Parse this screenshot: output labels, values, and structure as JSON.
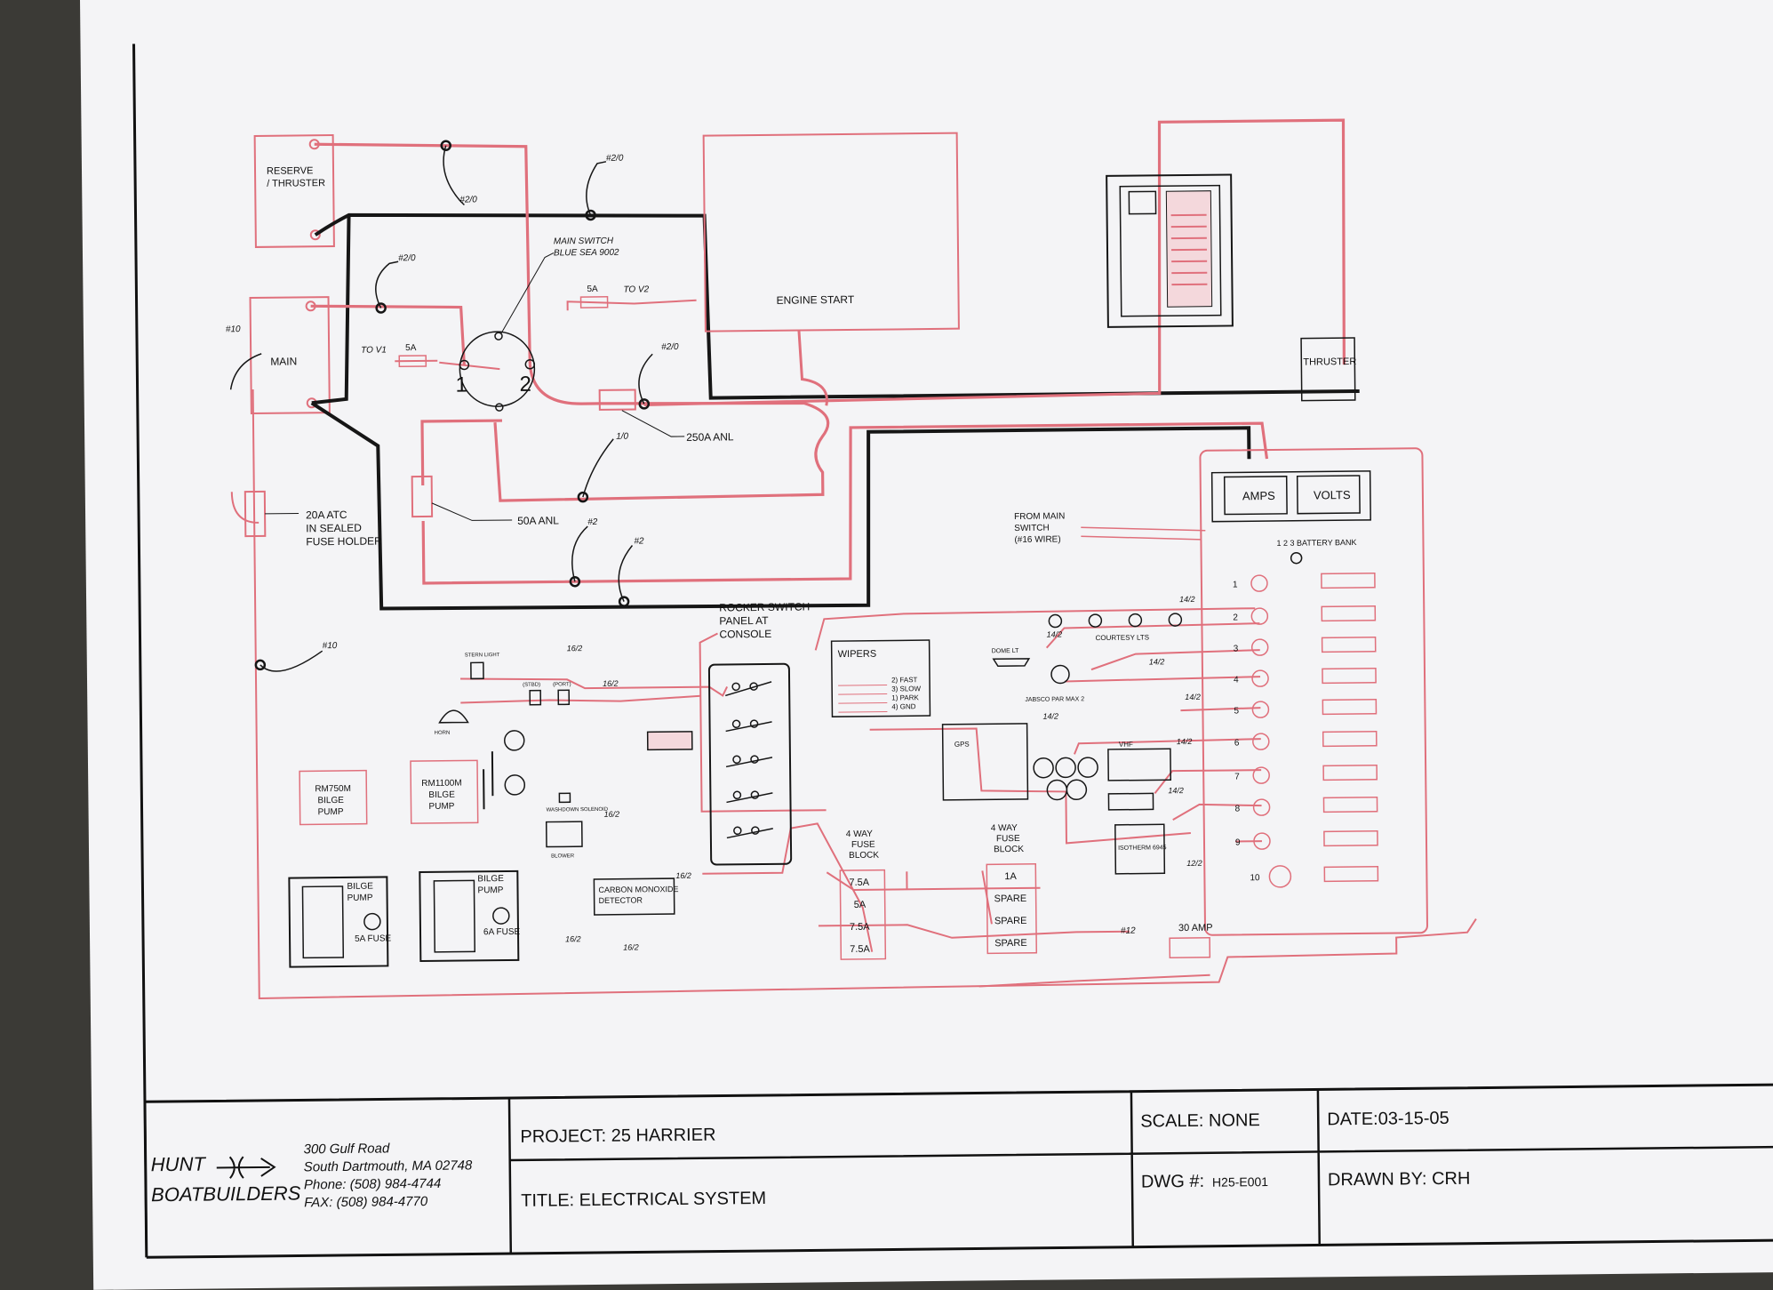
{
  "labels": {
    "reserve": [
      "RESERVE",
      "/ THRUSTER"
    ],
    "main": "MAIN",
    "engine_start": "ENGINE START",
    "thruster": "THRUSTER",
    "main_switch": [
      "MAIN SWITCH",
      "BLUE SEA 9002"
    ],
    "switch_pos1": "1",
    "switch_pos2": "2",
    "to_v1": "TO V1",
    "to_v2": "TO V2",
    "fuse_5a": "5A",
    "anl_250": "250A ANL",
    "anl_50": "50A ANL",
    "atc_fuse": [
      "20A ATC",
      "IN SEALED",
      "FUSE HOLDER"
    ],
    "wire_2_0": "#2/0",
    "wire_1_0": "1/0",
    "wire_2": "#2",
    "wire_10": "#10",
    "wire_12": "#12",
    "wire_16_2": "16/2",
    "wire_14_2": "14/2",
    "wire_12_2": "12/2",
    "rocker_panel": [
      "ROCKER SWITCH",
      "PANEL AT",
      "CONSOLE"
    ],
    "wipers": "WIPERS",
    "wiper_modes": [
      "2) FAST",
      "3) SLOW",
      "1) PARK",
      "4) GND"
    ],
    "from_main_switch": [
      "FROM MAIN",
      "SWITCH",
      "(#16 WIRE)"
    ],
    "fuse_block_left": [
      "4 WAY",
      "FUSE",
      "BLOCK"
    ],
    "fuse_block_left_values": [
      "7.5A",
      "5A",
      "7.5A",
      "7.5A"
    ],
    "fuse_block_right": [
      "4 WAY",
      "FUSE",
      "BLOCK"
    ],
    "fuse_block_right_values": [
      "1A",
      "SPARE",
      "SPARE",
      "SPARE"
    ],
    "bilge_pump_1": [
      "RM750M",
      "BILGE",
      "PUMP"
    ],
    "bilge_pump_2": [
      "RM1100M",
      "BILGE",
      "PUMP"
    ],
    "bilge_switch_1": [
      "BILGE",
      "PUMP"
    ],
    "bilge_switch_2": [
      "BILGE",
      "PUMP"
    ],
    "fuse_5a_label": "5A FUSE",
    "fuse_6a_label": "6A FUSE",
    "co_detector": [
      "CARBON MONOXIDE",
      "DETECTOR"
    ],
    "amp_30": "30 AMP",
    "amps": "AMPS",
    "volts": "VOLTS",
    "battery_bank": "1  2  3  BATTERY BANK",
    "courtesy_lts": "COURTESY LTS",
    "panel_numbers": [
      "1",
      "2",
      "3",
      "4",
      "5",
      "6",
      "7",
      "8",
      "9",
      "10"
    ],
    "small": [
      "STERN LIGHT",
      "(STBD)",
      "(PORT)",
      "HORN",
      "GPS",
      "VHF",
      "DOME LT",
      "JABSCO PAR MAX 2",
      "WASHDOWN SOLENOID",
      "BLOWER",
      "ISOTHERM 6945"
    ]
  },
  "title_block": {
    "company": [
      "HUNT",
      "BOATBUILDERS"
    ],
    "address": [
      "300 Gulf Road",
      "South Dartmouth, MA  02748",
      "Phone: (508) 984-4744",
      "FAX: (508) 984-4770"
    ],
    "project": "PROJECT: 25 HARRIER",
    "title": "TITLE: ELECTRICAL SYSTEM",
    "scale": "SCALE: NONE",
    "dwg_prefix": "DWG  #:",
    "dwg_number": "H25-E001",
    "date": "DATE:03-15-05",
    "drawn_by": "DRAWN BY: CRH"
  },
  "colors": {
    "red_wire": "#e0707c",
    "black_wire": "#161616",
    "ink": "#111111",
    "paper": "#f4f4f6",
    "background": "#3b3a36"
  }
}
